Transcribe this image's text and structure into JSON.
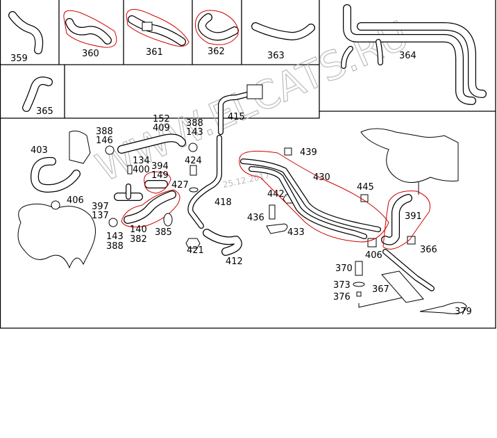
{
  "watermark": {
    "site": "WWW.ELCATS.RU",
    "date": "25.12.2017"
  },
  "labels": {
    "p359": "359",
    "p360": "360",
    "p361": "361",
    "p362": "362",
    "p363": "363",
    "p364": "364",
    "p365": "365",
    "p403": "403",
    "p388a": "388",
    "p146": "146",
    "p152": "152",
    "p409": "409",
    "p388b": "388",
    "p143a": "143",
    "p415": "415",
    "p134": "134",
    "p400": "400",
    "p394": "394",
    "p149": "149",
    "p424": "424",
    "p427": "427",
    "p406a": "406",
    "p397": "397",
    "p137": "137",
    "p418": "418",
    "p143b": "143",
    "p388c": "388",
    "p140": "140",
    "p382": "382",
    "p385": "385",
    "p421": "421",
    "p412": "412",
    "p439": "439",
    "p430": "430",
    "p442": "442",
    "p445": "445",
    "p391": "391",
    "p436": "436",
    "p433": "433",
    "p406b": "406",
    "p366": "366",
    "p370": "370",
    "p373": "373",
    "p367": "367",
    "p376": "376",
    "p379": "379"
  }
}
